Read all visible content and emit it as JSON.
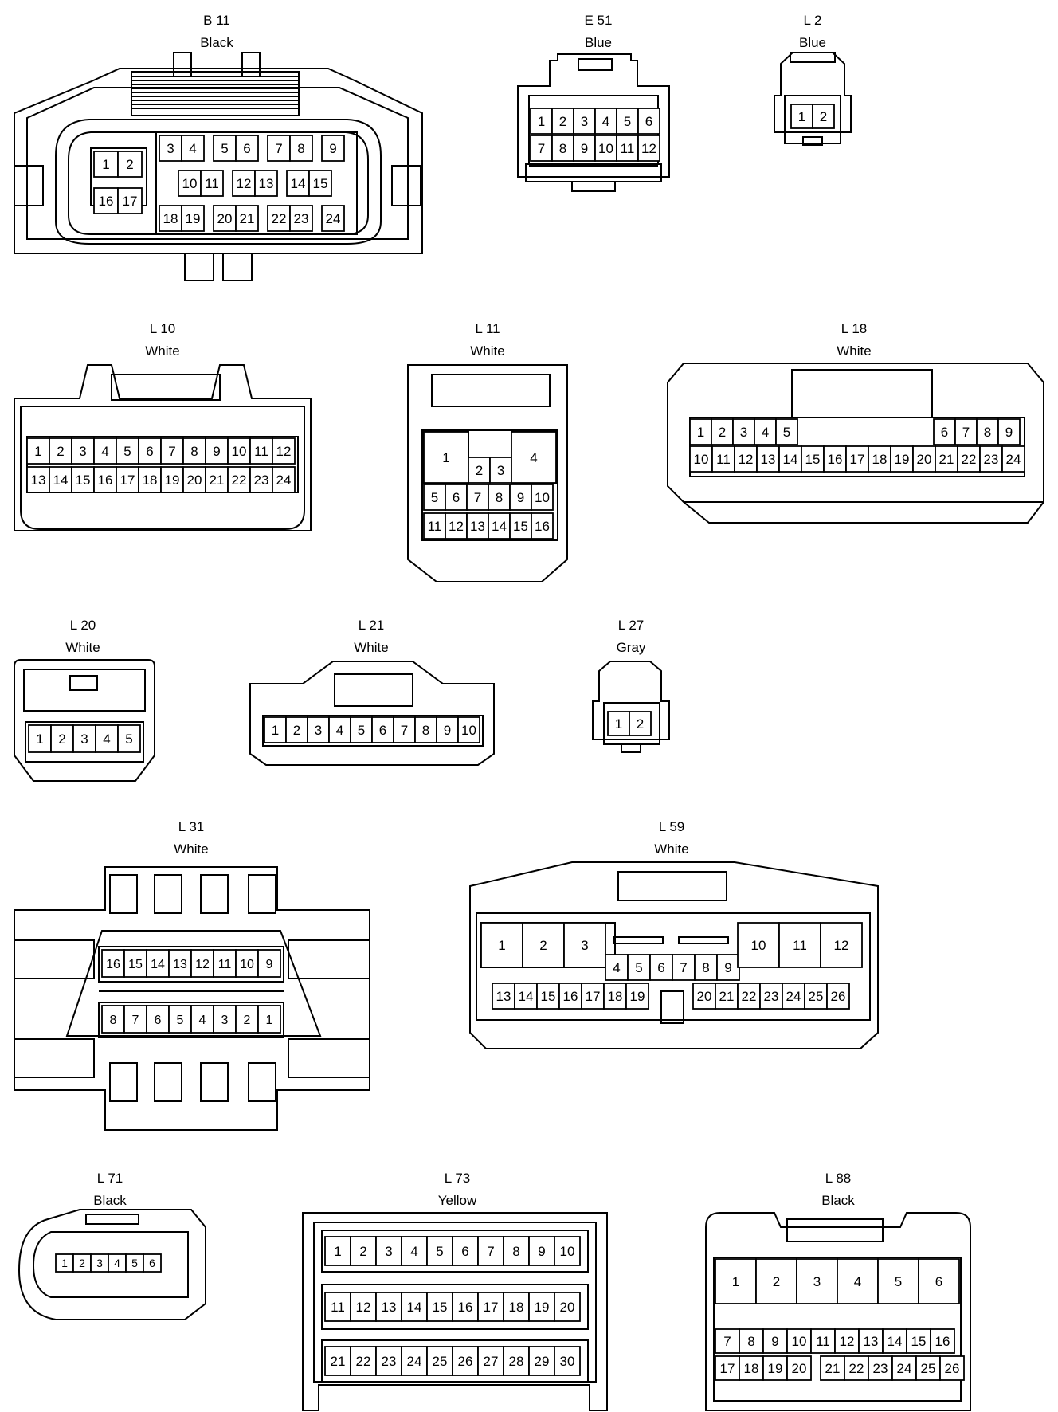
{
  "connectors": [
    {
      "id": "B 11",
      "color": "Black",
      "pins": [
        "1",
        "2",
        "3",
        "4",
        "5",
        "6",
        "7",
        "8",
        "9",
        "10",
        "11",
        "12",
        "13",
        "14",
        "15",
        "16",
        "17",
        "18",
        "19",
        "20",
        "21",
        "22",
        "23",
        "24"
      ]
    },
    {
      "id": "E 51",
      "color": "Blue",
      "pins": [
        "1",
        "2",
        "3",
        "4",
        "5",
        "6",
        "7",
        "8",
        "9",
        "10",
        "11",
        "12"
      ]
    },
    {
      "id": "L 2",
      "color": "Blue",
      "pins": [
        "1",
        "2"
      ]
    },
    {
      "id": "L 10",
      "color": "White",
      "pins": [
        "1",
        "2",
        "3",
        "4",
        "5",
        "6",
        "7",
        "8",
        "9",
        "10",
        "11",
        "12",
        "13",
        "14",
        "15",
        "16",
        "17",
        "18",
        "19",
        "20",
        "21",
        "22",
        "23",
        "24"
      ]
    },
    {
      "id": "L 11",
      "color": "White",
      "pins": [
        "1",
        "2",
        "3",
        "4",
        "5",
        "6",
        "7",
        "8",
        "9",
        "10",
        "11",
        "12",
        "13",
        "14",
        "15",
        "16"
      ]
    },
    {
      "id": "L 18",
      "color": "White",
      "pins": [
        "1",
        "2",
        "3",
        "4",
        "5",
        "6",
        "7",
        "8",
        "9",
        "10",
        "11",
        "12",
        "13",
        "14",
        "15",
        "16",
        "17",
        "18",
        "19",
        "20",
        "21",
        "22",
        "23",
        "24"
      ]
    },
    {
      "id": "L 20",
      "color": "White",
      "pins": [
        "1",
        "2",
        "3",
        "4",
        "5"
      ]
    },
    {
      "id": "L 21",
      "color": "White",
      "pins": [
        "1",
        "2",
        "3",
        "4",
        "5",
        "6",
        "7",
        "8",
        "9",
        "10"
      ]
    },
    {
      "id": "L 27",
      "color": "Gray",
      "pins": [
        "1",
        "2"
      ]
    },
    {
      "id": "L 31",
      "color": "White",
      "pins": [
        "16",
        "15",
        "14",
        "13",
        "12",
        "11",
        "10",
        "9",
        "8",
        "7",
        "6",
        "5",
        "4",
        "3",
        "2",
        "1"
      ]
    },
    {
      "id": "L 59",
      "color": "White",
      "pins": [
        "1",
        "2",
        "3",
        "4",
        "5",
        "6",
        "7",
        "8",
        "9",
        "10",
        "11",
        "12",
        "13",
        "14",
        "15",
        "16",
        "17",
        "18",
        "19",
        "20",
        "21",
        "22",
        "23",
        "24",
        "25",
        "26"
      ]
    },
    {
      "id": "L 71",
      "color": "Black",
      "pins": [
        "1",
        "2",
        "3",
        "4",
        "5",
        "6"
      ]
    },
    {
      "id": "L 73",
      "color": "Yellow",
      "pins": [
        "1",
        "2",
        "3",
        "4",
        "5",
        "6",
        "7",
        "8",
        "9",
        "10",
        "11",
        "12",
        "13",
        "14",
        "15",
        "16",
        "17",
        "18",
        "19",
        "20",
        "21",
        "22",
        "23",
        "24",
        "25",
        "26",
        "27",
        "28",
        "29",
        "30"
      ]
    },
    {
      "id": "L 88",
      "color": "Black",
      "pins": [
        "1",
        "2",
        "3",
        "4",
        "5",
        "6",
        "7",
        "8",
        "9",
        "10",
        "11",
        "12",
        "13",
        "14",
        "15",
        "16",
        "17",
        "18",
        "19",
        "20",
        "21",
        "22",
        "23",
        "24",
        "25",
        "26"
      ]
    }
  ]
}
